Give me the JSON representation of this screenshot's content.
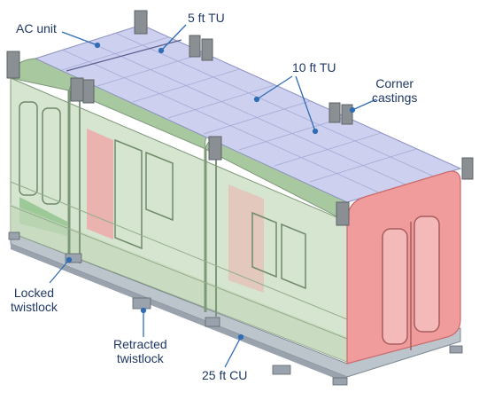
{
  "labels": {
    "ac_unit": "AC unit",
    "tu_5ft": "5 ft TU",
    "tu_10ft": "10 ft TU",
    "corner_line1": "Corner",
    "corner_line2": "castings",
    "locked_line1": "Locked",
    "locked_line2": "twistlock",
    "retracted_line1": "Retracted",
    "retracted_line2": "twistlock",
    "cu_25ft": "25 ft CU"
  },
  "colors": {
    "callout": "#1f3864",
    "leader": "#2f6db5",
    "roof": "#cdd0ee",
    "frame": "#a8c8a0",
    "wall_glass": "#d4e3cc",
    "interior_pink": "#f0a6a6",
    "end_wall": "#f09c9c",
    "casting": "#8a8f94",
    "base": "#bcc4cc"
  }
}
